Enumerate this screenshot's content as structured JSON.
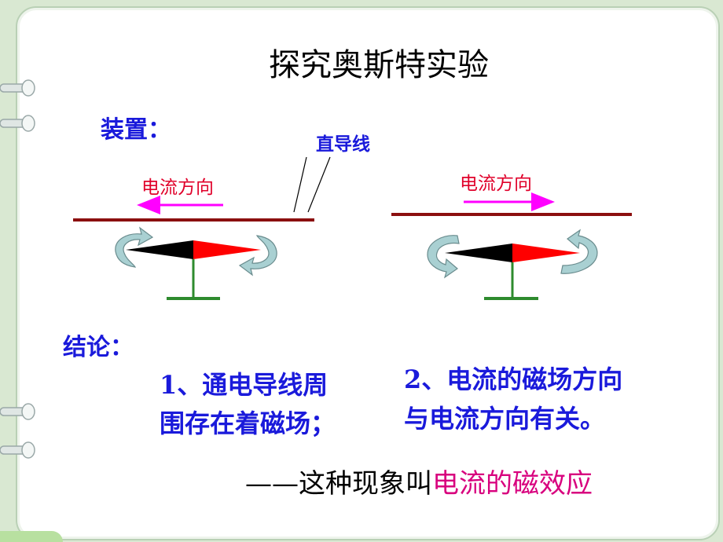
{
  "slide": {
    "title": "探究奥斯特实验",
    "device_label": "装置：",
    "wire_label": "直导线",
    "current_left": "电流方向",
    "current_right": "电流方向",
    "conclusion_label": "结论：",
    "conclusion_1_line1": "1、通电导线周",
    "conclusion_1_line2": "围存在着磁场；",
    "conclusion_2_line1": "2、电流的磁场方向",
    "conclusion_2_line2": "与电流方向有关。",
    "phenomenon_prefix": "——这种现象叫",
    "phenomenon_term": "电流的磁效应"
  },
  "colors": {
    "wire": "#8b0f0f",
    "arrow": "#ff00ff",
    "needle_north": "#ff0000",
    "needle_south": "#000000",
    "stand": "#2e8b2e",
    "rotation_arrow": "#9fc6c8",
    "blue_text": "#1a1adb",
    "red_text": "#e0002a",
    "magenta_text": "#d8007e"
  }
}
